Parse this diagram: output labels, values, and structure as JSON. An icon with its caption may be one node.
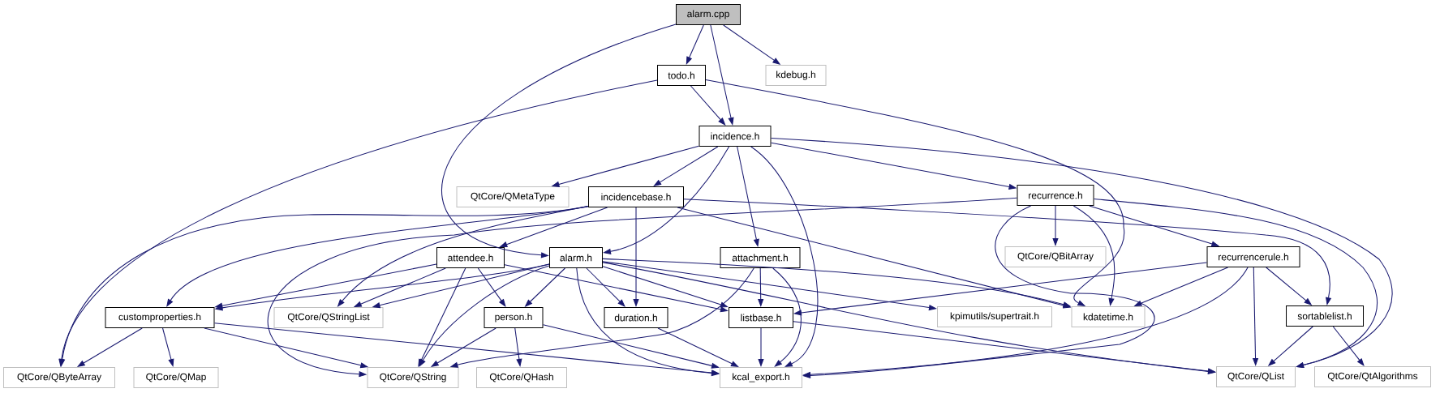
{
  "diagram": {
    "nodes": [
      {
        "text": [
          "alarm.cpp"
        ]
      },
      {
        "text": [
          "todo.h"
        ]
      },
      {
        "text": [
          "kdebug.h"
        ]
      },
      {
        "text": [
          "incidence.h"
        ]
      },
      {
        "text": [
          "QtCore/QMetaType"
        ]
      },
      {
        "text": [
          "incidencebase.h"
        ]
      },
      {
        "text": [
          "recurrence.h"
        ]
      },
      {
        "text": [
          "attendee.h"
        ]
      },
      {
        "text": [
          "alarm.h"
        ]
      },
      {
        "text": [
          "attachment.h"
        ]
      },
      {
        "text": [
          "QtCore/QBitArray"
        ]
      },
      {
        "text": [
          "recurrencerule.h"
        ]
      },
      {
        "text": [
          "customproperties.h"
        ]
      },
      {
        "text": [
          "QtCore/QStringList"
        ]
      },
      {
        "text": [
          "person.h"
        ]
      },
      {
        "text": [
          "duration.h"
        ]
      },
      {
        "text": [
          "listbase.h"
        ]
      },
      {
        "text": [
          "kpimutils/supertrait.h"
        ]
      },
      {
        "text": [
          "kdatetime.h"
        ]
      },
      {
        "text": [
          "sortablelist.h"
        ]
      },
      {
        "text": [
          "QtCore/QByteArray"
        ]
      },
      {
        "text": [
          "QtCore/QMap"
        ]
      },
      {
        "text": [
          "QtCore/QString"
        ]
      },
      {
        "text": [
          "QtCore/QHash"
        ]
      },
      {
        "text": [
          "kcal_export.h"
        ]
      },
      {
        "text": [
          "QtCore/QList"
        ]
      },
      {
        "text": [
          "QtCore/QtAlgorithms"
        ]
      }
    ],
    "edges": [
      {
        "from": 0,
        "to": 1,
        "arrow": "to"
      },
      {
        "from": 0,
        "to": 3,
        "arrow": "to"
      },
      {
        "from": 0,
        "to": 2,
        "arrow": "to"
      },
      {
        "from": 0,
        "to": 8,
        "arrow": "to"
      },
      {
        "from": 1,
        "to": 3,
        "arrow": "to"
      },
      {
        "from": 1,
        "to": 20,
        "arrow": "to"
      },
      {
        "from": 1,
        "to": 18,
        "arrow": "to"
      },
      {
        "from": 3,
        "to": 4,
        "arrow": "to"
      },
      {
        "from": 3,
        "to": 5,
        "arrow": "to"
      },
      {
        "from": 3,
        "to": 8,
        "arrow": "to"
      },
      {
        "from": 3,
        "to": 9,
        "arrow": "to"
      },
      {
        "from": 3,
        "to": 24,
        "arrow": "to"
      },
      {
        "from": 3,
        "to": 6,
        "arrow": "to"
      },
      {
        "from": 3,
        "to": 25,
        "arrow": "to"
      },
      {
        "from": 5,
        "to": 7,
        "arrow": "to"
      },
      {
        "from": 5,
        "to": 12,
        "arrow": "to"
      },
      {
        "from": 5,
        "to": 13,
        "arrow": "to"
      },
      {
        "from": 5,
        "to": 15,
        "arrow": "to"
      },
      {
        "from": 5,
        "to": 20,
        "arrow": "to"
      },
      {
        "from": 5,
        "to": 18,
        "arrow": "to"
      },
      {
        "from": 5,
        "to": 19,
        "arrow": "to"
      },
      {
        "from": 6,
        "to": 10,
        "arrow": "to"
      },
      {
        "from": 6,
        "to": 11,
        "arrow": "to"
      },
      {
        "from": 6,
        "to": 18,
        "arrow": "to"
      },
      {
        "from": 6,
        "to": 25,
        "arrow": "to"
      },
      {
        "from": 6,
        "to": 24,
        "arrow": "to"
      },
      {
        "from": 6,
        "to": 22,
        "arrow": "to"
      },
      {
        "from": 7,
        "to": 12,
        "arrow": "to"
      },
      {
        "from": 7,
        "to": 13,
        "arrow": "to"
      },
      {
        "from": 7,
        "to": 22,
        "arrow": "to"
      },
      {
        "from": 7,
        "to": 14,
        "arrow": "to"
      },
      {
        "from": 7,
        "to": 16,
        "arrow": "to"
      },
      {
        "from": 8,
        "to": 12,
        "arrow": "to"
      },
      {
        "from": 8,
        "to": 13,
        "arrow": "to"
      },
      {
        "from": 8,
        "to": 22,
        "arrow": "to"
      },
      {
        "from": 8,
        "to": 14,
        "arrow": "to"
      },
      {
        "from": 8,
        "to": 15,
        "arrow": "to"
      },
      {
        "from": 8,
        "to": 24,
        "arrow": "to"
      },
      {
        "from": 8,
        "to": 16,
        "arrow": "to"
      },
      {
        "from": 8,
        "to": 17,
        "arrow": "to"
      },
      {
        "from": 8,
        "to": 18,
        "arrow": "to"
      },
      {
        "from": 8,
        "to": 25,
        "arrow": "to"
      },
      {
        "from": 9,
        "to": 22,
        "arrow": "to"
      },
      {
        "from": 9,
        "to": 16,
        "arrow": "to"
      },
      {
        "from": 9,
        "to": 24,
        "arrow": "to"
      },
      {
        "from": 11,
        "to": 16,
        "arrow": "to"
      },
      {
        "from": 11,
        "to": 18,
        "arrow": "to"
      },
      {
        "from": 11,
        "to": 24,
        "arrow": "to"
      },
      {
        "from": 11,
        "to": 25,
        "arrow": "to"
      },
      {
        "from": 11,
        "to": 19,
        "arrow": "to"
      },
      {
        "from": 12,
        "to": 20,
        "arrow": "to"
      },
      {
        "from": 12,
        "to": 21,
        "arrow": "to"
      },
      {
        "from": 12,
        "to": 22,
        "arrow": "to"
      },
      {
        "from": 12,
        "to": 24,
        "arrow": "to"
      },
      {
        "from": 14,
        "to": 22,
        "arrow": "to"
      },
      {
        "from": 14,
        "to": 23,
        "arrow": "to"
      },
      {
        "from": 14,
        "to": 24,
        "arrow": "to"
      },
      {
        "from": 15,
        "to": 24,
        "arrow": "to"
      },
      {
        "from": 16,
        "to": 24,
        "arrow": "to"
      },
      {
        "from": 16,
        "to": 25,
        "arrow": "to"
      },
      {
        "from": 19,
        "to": 25,
        "arrow": "to"
      },
      {
        "from": 19,
        "to": 26,
        "arrow": "to"
      }
    ]
  }
}
